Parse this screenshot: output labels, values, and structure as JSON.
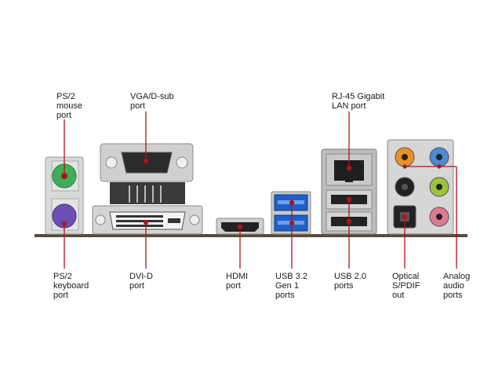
{
  "labels": {
    "ps2_mouse": "PS/2\nmouse\nport",
    "vga": "VGA/D-sub\nport",
    "rj45": "RJ-45 Gigabit\nLAN port",
    "ps2_keyboard": "PS/2\nkeyboard\nport",
    "dvi": "DVI-D\nport",
    "hdmi": "HDMI\nport",
    "usb32": "USB 3.2\nGen 1\nports",
    "usb20": "USB 2.0\nports",
    "spdif": "Optical\nS/PDIF\nout",
    "audio": "Analog\naudio\nports"
  },
  "colors": {
    "ps2_mouse": "#3fae5a",
    "ps2_keyboard": "#6b4fb3",
    "usb3": "#1f5fc8",
    "leader_line": "#b3121b",
    "audio_orange": "#e8902a",
    "audio_blue": "#4a8ad6",
    "audio_green": "#9ac43c",
    "audio_pink": "#e07a8e",
    "audio_black": "#222222",
    "metal": "#c8c8c8",
    "board_edge": "#5a4a3a"
  }
}
